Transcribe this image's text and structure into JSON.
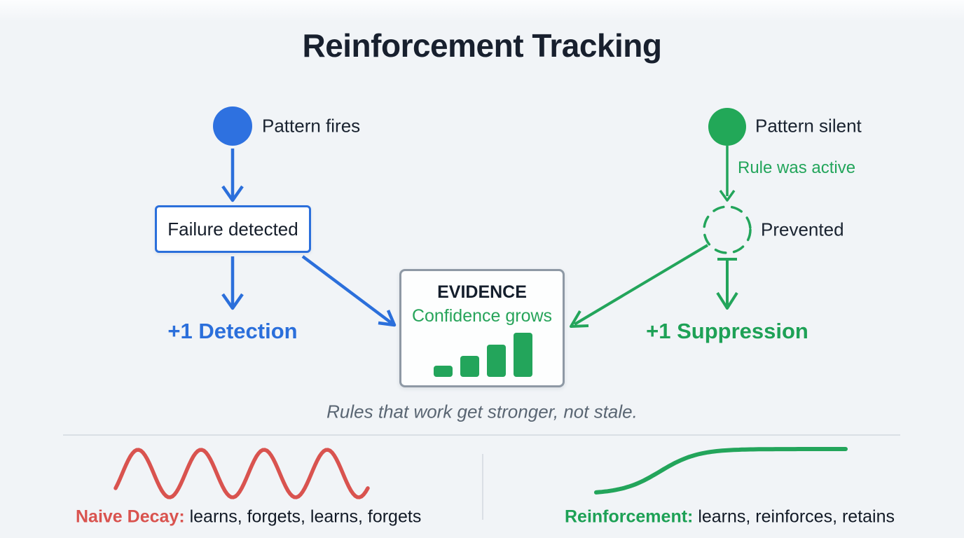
{
  "title": "Reinforcement Tracking",
  "colors": {
    "accent_blue": "#2b6fdb",
    "accent_green": "#23a55b",
    "accent_red": "#d9534f",
    "dark_text": "#1a2330",
    "muted_text": "#5a6673",
    "box_border_gray": "#8e99a5",
    "divider": "#dadfe5",
    "background": "#f1f4f7"
  },
  "left_flow": {
    "start_label": "Pattern fires",
    "box_label": "Failure detected",
    "result_label": "+1 Detection"
  },
  "right_flow": {
    "start_label": "Pattern silent",
    "edge_label": "Rule was active",
    "node_label": "Prevented",
    "result_label": "+1 Suppression"
  },
  "evidence": {
    "title": "EVIDENCE",
    "subtitle": "Confidence grows",
    "bars": [
      16,
      30,
      46,
      63
    ]
  },
  "caption": "Rules that work get stronger, not stale.",
  "bottom": {
    "left": {
      "term": "Naive Decay:",
      "description": " learns, forgets, learns, forgets"
    },
    "right": {
      "term": "Reinforcement:",
      "description": " learns, reinforces, retains"
    }
  }
}
